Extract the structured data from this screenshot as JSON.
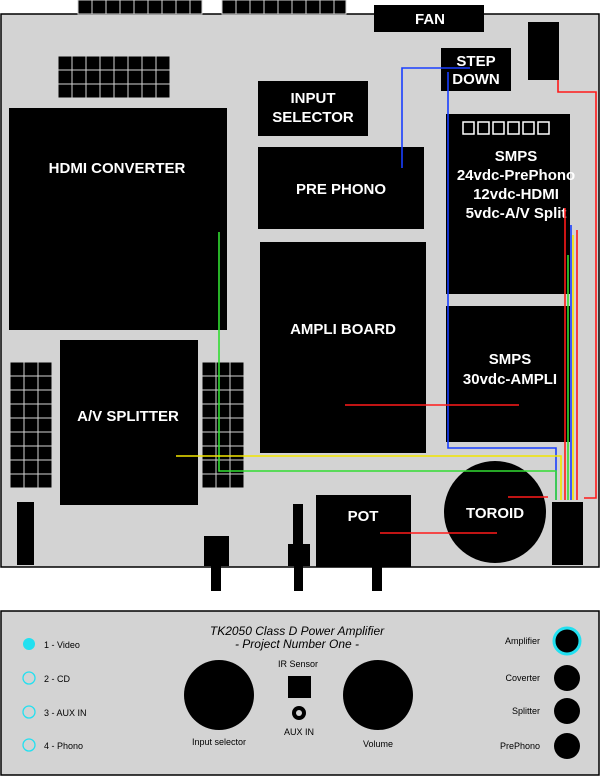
{
  "board": {
    "fan": "FAN",
    "step_down": [
      "STEP",
      "DOWN"
    ],
    "input_selector": [
      "INPUT",
      "SELECTOR"
    ],
    "hdmi_converter": "HDMI CONVERTER",
    "pre_phono": "PRE PHONO",
    "smps_top": [
      "SMPS",
      "24vdc-PrePhono",
      "12vdc-HDMI",
      "5vdc-A/V Split"
    ],
    "ampli_board": "AMPLI BOARD",
    "smps_bottom": [
      "SMPS",
      "30vdc-AMPLI"
    ],
    "av_splitter": "A/V SPLITTER",
    "pot": "POT",
    "toroid": "TOROID"
  },
  "front": {
    "title": "TK2050 Class D Power Amplifier",
    "subtitle": "- Project Number One -",
    "inputs": [
      "1 - Video",
      "2 - CD",
      "3 - AUX IN",
      "4 - Phono"
    ],
    "input_selector_label": "Input selector",
    "ir_sensor_label": "IR Sensor",
    "aux_in_label": "AUX IN",
    "volume_label": "Volume",
    "indicators": [
      "Amplifier",
      "Coverter",
      "Splitter",
      "PrePhono"
    ]
  },
  "colors": {
    "board_bg": "#d3d3d3",
    "module": "#000000",
    "wire_blue": "#1a3fff",
    "wire_red": "#ff1a1a",
    "wire_green": "#33dd33",
    "wire_yellow": "#f2e600",
    "led_active": "#22e0f0"
  }
}
